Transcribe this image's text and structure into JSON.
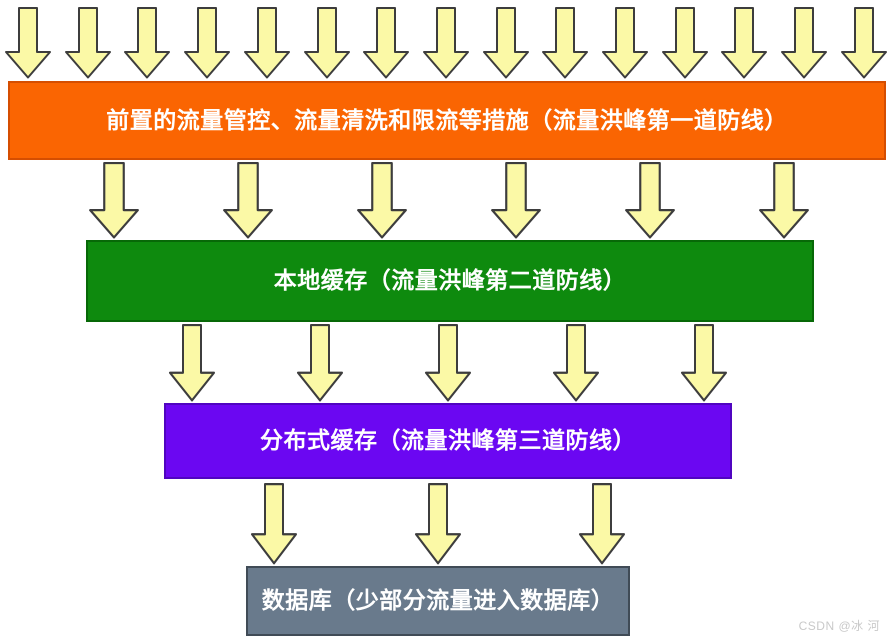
{
  "diagram": {
    "title": "traffic-peak-defense-funnel",
    "background_color": "#ffffff",
    "watermark": "CSDN @冰 河",
    "watermark_color": "#c9c9c9",
    "arrow": {
      "name": "down-arrow-icon",
      "fill": "#fbf9a6",
      "stroke": "#3d3d3d"
    },
    "layers": [
      {
        "id": "pre-traffic-control",
        "label": "前置的流量管控、流量清洗和限流等措施（流量洪峰第一道防线）",
        "fill": "#fa6502",
        "border": "#d54e01",
        "text_color": "#ffffff",
        "incoming_arrows": 15
      },
      {
        "id": "local-cache",
        "label": "本地缓存（流量洪峰第二道防线）",
        "fill": "#0e8a0e",
        "border": "#076807",
        "text_color": "#ffffff",
        "incoming_arrows": 6
      },
      {
        "id": "distributed-cache",
        "label": "分布式缓存（流量洪峰第三道防线）",
        "fill": "#6b07f2",
        "border": "#5005c0",
        "text_color": "#ffffff",
        "incoming_arrows": 5
      },
      {
        "id": "database",
        "label": "数据库（少部分流量进入数据库）",
        "fill": "#697a8c",
        "border": "#404b56",
        "text_color": "#ffffff",
        "incoming_arrows": 3
      }
    ]
  }
}
